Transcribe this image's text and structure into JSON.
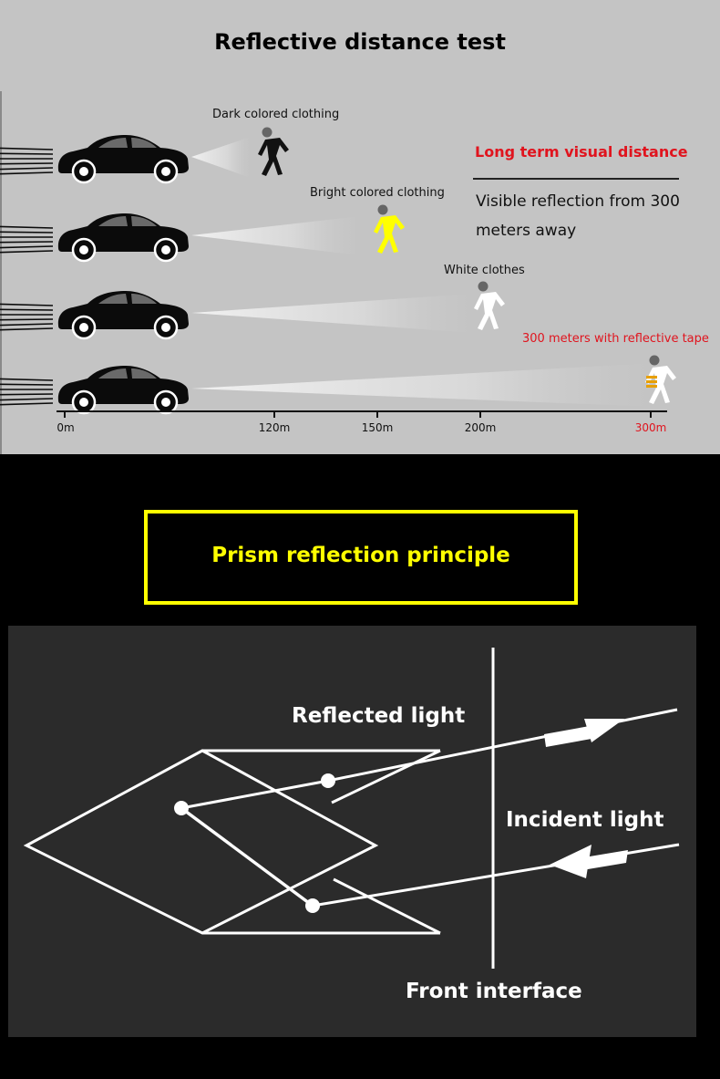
{
  "top_section": {
    "title": "Reflective distance test",
    "rows": [
      {
        "label": "Dark colored clothing",
        "figure_color": "#111111"
      },
      {
        "label": "Bright colored clothing",
        "figure_color": "#ffff00"
      },
      {
        "label": "White clothes",
        "figure_color": "#ffffff"
      },
      {
        "label": "300 meters with reflective tape",
        "figure_color": "#ffffff",
        "label_color": "#e0141e"
      }
    ],
    "info": {
      "heading": "Long term visual distance",
      "body": "Visible reflection from 300 meters away"
    },
    "axis": {
      "ticks": [
        "0m",
        "120m",
        "150m",
        "200m",
        "300m"
      ],
      "highlight_tick": "300m"
    }
  },
  "bottom_section": {
    "banner_title": "Prism reflection principle",
    "diagram": {
      "reflected_label": "Reflected light",
      "incident_label": "Incident light",
      "interface_label": "Front interface"
    }
  },
  "colors": {
    "accent_red": "#e0141e",
    "accent_yellow": "#ffff00",
    "top_background": "#c4c4c4",
    "panel_background": "#2b2b2b"
  },
  "icons": [
    "car-icon",
    "pedestrian-icon",
    "reflective-tape-icon",
    "arrow-icon"
  ]
}
